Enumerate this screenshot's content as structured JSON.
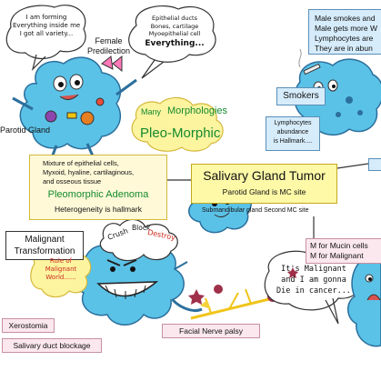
{
  "top_left": {
    "bubble_lines": [
      "I am forming",
      "Everything inside me",
      "I got all variety..."
    ],
    "female_predilection": [
      "Female",
      "Predilection"
    ],
    "parotid_gland": "Parotid Gland"
  },
  "top_middle": {
    "bubble_lines": [
      "Epithelial ducts",
      "Bones, cartilage",
      "Myoepithelial cell"
    ],
    "everything": "Everything...",
    "many": "Many",
    "morphologies": "Morphologies",
    "pleo_morphic": "Pleo-Morphic"
  },
  "top_right": {
    "box_lines": [
      "Male smokes and",
      "Male gets more W",
      "Lymphocytes are",
      "They are in abun"
    ],
    "smokers": "Smokers",
    "lymphocytes_lines": [
      "Lymphocytes",
      "abundance",
      "is Hallmark...."
    ]
  },
  "middle_left": {
    "desc_lines": [
      "Mixture of epithelial cells,",
      "Myxoid, hyaline, cartilaginous,",
      "and osseous tissue"
    ],
    "title": "Pleomorphic Adenoma",
    "subtitle": "Heterogeneity is hallmark"
  },
  "center": {
    "title": "Salivary Gland Tumor",
    "parotid_mc": "Parotid Gland is MC site",
    "submandibular": "Submandibular gland Second MC site"
  },
  "right_middle": {
    "mucin_lines": [
      "M for Mucin cells",
      "M for Malignant"
    ]
  },
  "bottom_left": {
    "malignant_lines": [
      "Malignant",
      "Transformation"
    ],
    "crush": "Crush",
    "block": "Block",
    "destroy": "Destroy",
    "rule_lines": [
      "Rule of",
      "Malignant",
      "World......"
    ],
    "xerostomia": "Xerostomia",
    "duct_blockage": "Salivary duct blockage",
    "facial_nerve": "Facial Nerve palsy"
  },
  "bottom_right": {
    "bubble_lines": [
      "It's Malignant",
      "and I am gonna",
      "Die in cancer..."
    ]
  },
  "colors": {
    "tumor_blue": "#5bc2e7",
    "tumor_blue_dark": "#2b6f9c",
    "yellow_box": "#fdf9a7",
    "pale_yellow": "#fff9d8",
    "green_title": "#138a2c",
    "red_text": "#cc2a1e",
    "pink_box": "#fbe8ee",
    "light_blue_box": "#d6ecfb",
    "gold": "#f4d33a"
  }
}
